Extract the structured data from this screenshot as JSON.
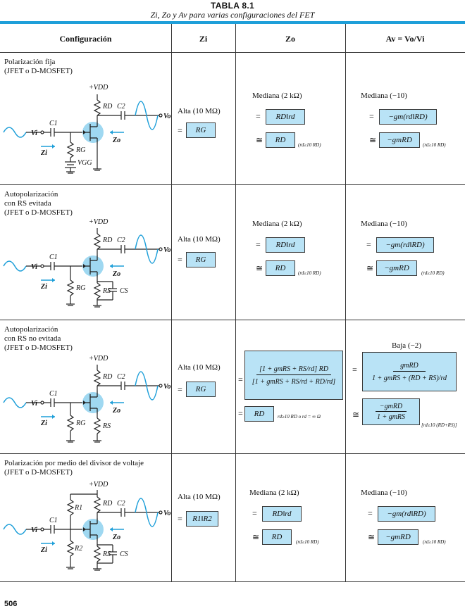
{
  "table": {
    "title": "TABLA 8.1",
    "subtitle": "Zi, Zo y Av para varias configuraciones del FET",
    "headers": {
      "config": "Configuración",
      "zi": "Zi",
      "zo": "Zo",
      "av": "Av = Vo/Vi"
    }
  },
  "rows": [
    {
      "title_lines": [
        "Polarización fija",
        "(JFET o D-MOSFET)"
      ],
      "zi_label": "Alta (10 MΩ)",
      "zi_box": "RG",
      "zo_label": "Mediana (2 kΩ)",
      "zo_box1": "RD‖rd",
      "zo_box2": "RD",
      "zo_cond": "(rd≥10 RD)",
      "av_label": "Mediana (−10)",
      "av_box1": "−gm(rd‖RD)",
      "av_box2": "−gmRD",
      "av_cond": "(rd≥10 RD)",
      "circuit": {
        "vdd": "+VDD",
        "rd": "RD",
        "c1": "C1",
        "c2": "C2",
        "rg": "RG",
        "vgg": "VGG",
        "vi": "Vi",
        "vo": "Vo",
        "zi": "Zi",
        "zo": "Zo"
      }
    },
    {
      "title_lines": [
        "Autopolarización",
        "con RS evitada",
        "(JFET o D-MOSFET)"
      ],
      "zi_label": "Alta (10 MΩ)",
      "zi_box": "RG",
      "zo_label": "Mediana (2 kΩ)",
      "zo_box1": "RD‖rd",
      "zo_box2": "RD",
      "zo_cond": "(rd≥10 RD)",
      "av_label": "Mediana (−10)",
      "av_box1": "−gm(rd‖RD)",
      "av_box2": "−gmRD",
      "av_cond": "(rd≥10 RD)",
      "circuit": {
        "vdd": "+VDD",
        "rd": "RD",
        "c1": "C1",
        "c2": "C2",
        "rg": "RG",
        "rs": "RS",
        "cs": "CS",
        "vi": "Vi",
        "vo": "Vo",
        "zi": "Zi",
        "zo": "Zo"
      }
    },
    {
      "title_lines": [
        "Autopolarización",
        "con RS no evitada",
        "(JFET o D-MOSFET)"
      ],
      "zi_label": "Alta (10 MΩ)",
      "zi_box": "RG",
      "zo_formula_num": "[1 + gmRS + RS/rd] RD",
      "zo_formula_den": "[1 + gmRS + RS/rd + RD/rd]",
      "zo_box2": "RD",
      "zo_cond": "rd≥10 RD o rd = ∞ Ω",
      "av_label": "Baja (−2)",
      "av_formula_num": "gmRD",
      "av_formula_den": "1 + gmRS + (RD + RS)/rd",
      "av_box2_num": "−gmRD",
      "av_box2_den": "1 + gmRS",
      "av_cond": "[rd≥10 (RD+RS)]",
      "circuit": {
        "vdd": "+VDD",
        "rd": "RD",
        "c1": "C1",
        "c2": "C2",
        "rg": "RG",
        "rs": "RS",
        "vi": "Vi",
        "vo": "Vo",
        "zi": "Zi",
        "zo": "Zo"
      }
    },
    {
      "title_lines": [
        "Polarización por medio del divisor de voltaje",
        "(JFET o D-MOSFET)"
      ],
      "zi_label": "Alta (10 MΩ)",
      "zi_box": "R1‖R2",
      "zo_label": "Mediana (2 kΩ)",
      "zo_box1": "RD‖rd",
      "zo_box2": "RD",
      "zo_cond": "(rd≥10 RD)",
      "av_label": "Mediana (−10)",
      "av_box1": "−gm(rd‖RD)",
      "av_box2": "−gmRD",
      "av_cond": "(rd≥10 RD)",
      "circuit": {
        "vdd": "+VDD",
        "rd": "RD",
        "r1": "R1",
        "r2": "R2",
        "c1": "C1",
        "c2": "C2",
        "rs": "RS",
        "cs": "CS",
        "vi": "Vi",
        "vo": "Vo",
        "zi": "Zi",
        "zo": "Zo"
      }
    }
  ],
  "symbols": {
    "eq": "=",
    "approx": "≅"
  },
  "page_number": "506",
  "colors": {
    "accent": "#1e9fd9",
    "box_fill": "#b9e3f6",
    "jfet_fill": "#9fd8f1"
  }
}
